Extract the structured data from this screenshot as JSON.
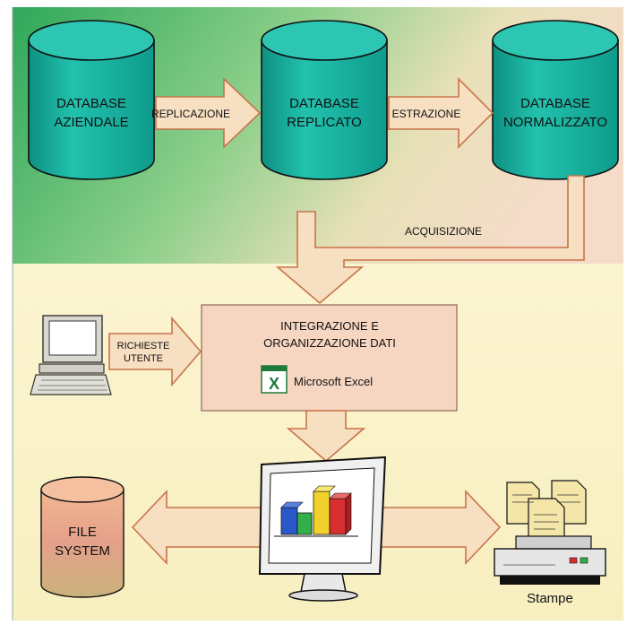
{
  "databases": {
    "aziendale": {
      "line1": "DATABASE",
      "line2": "AZIENDALE"
    },
    "replicato": {
      "line1": "DATABASE",
      "line2": "REPLICATO"
    },
    "normalizzato": {
      "line1": "DATABASE",
      "line2": "NORMALIZZATO"
    }
  },
  "flows": {
    "replicazione": "REPLICAZIONE",
    "estrazione": "ESTRAZIONE",
    "acquisizione": "ACQUISIZIONE",
    "richieste_line1": "RICHIESTE",
    "richieste_line2": "UTENTE"
  },
  "integration_box": {
    "line1": "INTEGRAZIONE E",
    "line2": "ORGANIZZAZIONE DATI",
    "app_label": "Microsoft Excel",
    "app_icon": "excel-icon"
  },
  "file_system": {
    "line1": "FILE",
    "line2": "SYSTEM"
  },
  "printer": {
    "label": "Stampe"
  },
  "colors": {
    "top_band_start": "#2fa85a",
    "top_band_end": "#f4dcc8",
    "bottom_band": "#faf2c6",
    "cylinder": "#19b6a4",
    "arrow_fill": "#f7dfc2",
    "arrow_stroke": "#c8734a",
    "box_fill": "#f7d6c1",
    "file_system_cylinder": "#e8a07a"
  }
}
